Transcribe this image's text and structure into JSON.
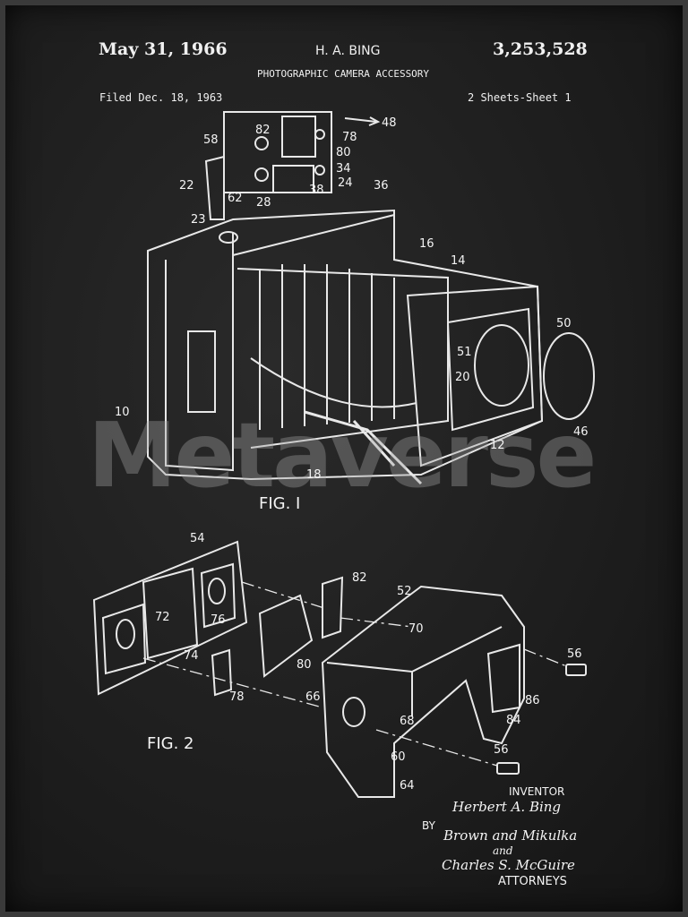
{
  "header": {
    "date": "May 31, 1966",
    "inventor_name": "H. A. BING",
    "patent_number": "3,253,528",
    "title": "PHOTOGRAPHIC CAMERA ACCESSORY",
    "filed": "Filed Dec. 18, 1963",
    "sheets": "2 Sheets-Sheet 1"
  },
  "fig1": {
    "caption": "FIG. I",
    "labels": [
      "48",
      "82",
      "78",
      "80",
      "58",
      "34",
      "22",
      "62",
      "28",
      "38",
      "24",
      "36",
      "23",
      "16",
      "14",
      "50",
      "51",
      "20",
      "10",
      "46",
      "12",
      "18"
    ]
  },
  "fig2": {
    "caption": "FIG. 2",
    "labels": [
      "54",
      "82",
      "52",
      "72",
      "76",
      "70",
      "56",
      "74",
      "80",
      "78",
      "66",
      "68",
      "86",
      "84",
      "56",
      "60",
      "64"
    ]
  },
  "watermark": "Metaverse",
  "signature": {
    "inventor_label": "INVENTOR",
    "inventor_signature": "Herbert A. Bing",
    "by": "BY",
    "attorney_line1": "Brown and Mikulka",
    "and": "and",
    "attorney_line2": "Charles S. McGuire",
    "attorneys_label": "ATTORNEYS"
  },
  "colors": {
    "background": "#1b1b1b",
    "ink": "#f0f0f0"
  }
}
